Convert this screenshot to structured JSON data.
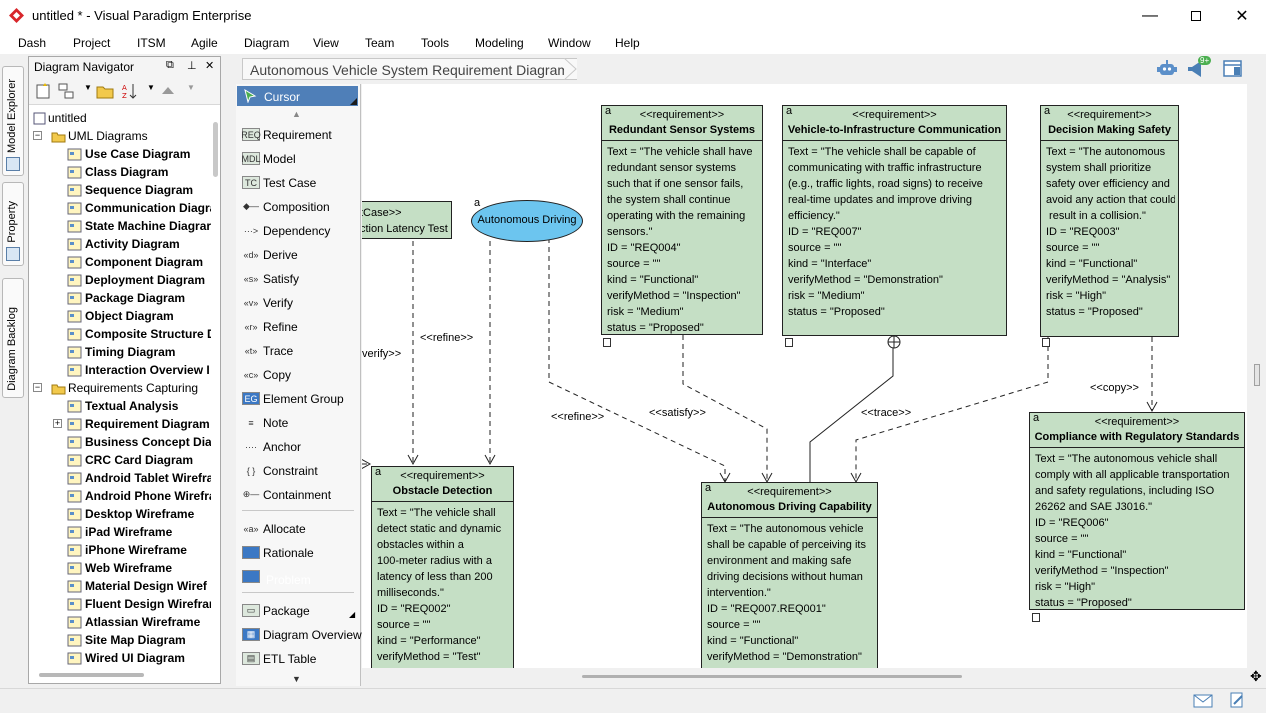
{
  "window": {
    "title": "untitled * - Visual Paradigm Enterprise"
  },
  "menu": [
    "Dash",
    "Project",
    "ITSM",
    "Agile",
    "Diagram",
    "View",
    "Team",
    "Tools",
    "Modeling",
    "Window",
    "Help"
  ],
  "side_tabs": [
    "Model Explorer",
    "Property",
    "Diagram Backlog"
  ],
  "navigator": {
    "title": "Diagram Navigator",
    "root": "untitled",
    "groups": [
      {
        "label": "UML Diagrams",
        "items": [
          "Use Case Diagram",
          "Class Diagram",
          "Sequence Diagram",
          "Communication Diagra",
          "State Machine Diagrar",
          "Activity Diagram",
          "Component Diagram",
          "Deployment Diagram",
          "Package Diagram",
          "Object Diagram",
          "Composite Structure D",
          "Timing Diagram",
          "Interaction Overview I"
        ]
      },
      {
        "label": "Requirements Capturing",
        "items": [
          "Textual Analysis",
          "Requirement Diagram",
          "Business Concept Diag",
          "CRC Card Diagram",
          "Android Tablet Wirefra",
          "Android Phone Wirefra",
          "Desktop Wireframe",
          "iPad Wireframe",
          "iPhone Wireframe",
          "Web Wireframe",
          "Material Design Wiref",
          "Fluent Design Wirefrar",
          "Atlassian Wireframe",
          "Site Map Diagram",
          "Wired UI Diagram"
        ]
      }
    ]
  },
  "breadcrumb": "Autonomous Vehicle System Requirement Diagram",
  "palette": {
    "cursor": "Cursor",
    "items": [
      "Requirement",
      "Model",
      "Test Case",
      "Composition",
      "Dependency",
      "Derive",
      "Satisfy",
      "Verify",
      "Refine",
      "Trace",
      "Copy",
      "Element Group",
      "Note",
      "Anchor",
      "Constraint",
      "Containment",
      "Allocate",
      "Rationale",
      "Problem",
      "Package",
      "Diagram Overview",
      "ETL Table"
    ]
  },
  "diagram": {
    "stereotype": "<<requirement>>",
    "marker": "a",
    "requirements": [
      {
        "id": "redundant",
        "name": "Redundant Sensor Systems",
        "lines": [
          "Text = \"The vehicle shall have",
          "redundant sensor systems",
          "such that if one sensor fails,",
          "the system shall continue",
          "operating with the remaining",
          "sensors.\"",
          "ID = \"REQ004\"",
          "source = \"\"",
          "kind = \"Functional\"",
          "verifyMethod = \"Inspection\"",
          "risk = \"Medium\"",
          "status = \"Proposed\""
        ]
      },
      {
        "id": "v2i",
        "name": "Vehicle-to-Infrastructure Communication",
        "lines": [
          "Text = \"The vehicle shall be capable of",
          "communicating with traffic infrastructure",
          "(e.g., traffic lights, road signs) to receive",
          "real-time updates and improve driving",
          "efficiency.\"",
          "ID = \"REQ007\"",
          "source = \"\"",
          "kind = \"Interface\"",
          "verifyMethod = \"Demonstration\"",
          "risk = \"Medium\"",
          "status = \"Proposed\""
        ]
      },
      {
        "id": "decision",
        "name": "Decision Making Safety",
        "lines": [
          "Text = \"The autonomous",
          "system shall prioritize",
          "safety over efficiency and",
          "avoid any action that could",
          " result in a collision.\"",
          "ID = \"REQ003\"",
          "source = \"\"",
          "kind = \"Functional\"",
          "verifyMethod = \"Analysis\"",
          "risk = \"High\"",
          "status = \"Proposed\""
        ]
      },
      {
        "id": "compliance",
        "name": "Compliance with Regulatory Standards",
        "lines": [
          "Text = \"The autonomous vehicle shall",
          "comply with all applicable transportation",
          "and safety regulations, including ISO",
          "26262 and SAE J3016.\"",
          "ID = \"REQ006\"",
          "source = \"\"",
          "kind = \"Functional\"",
          "verifyMethod = \"Inspection\"",
          "risk = \"High\"",
          "status = \"Proposed\""
        ]
      },
      {
        "id": "obstacle",
        "name": "Obstacle Detection",
        "lines": [
          "Text = \"The vehicle shall",
          "detect static and dynamic",
          "obstacles within a",
          "100-meter radius with a",
          "latency of less than 200",
          "milliseconds.\"",
          "ID = \"REQ002\"",
          "source = \"\"",
          "kind = \"Performance\"",
          "verifyMethod = \"Test\""
        ]
      },
      {
        "id": "capability",
        "name": "Autonomous Driving Capability",
        "lines": [
          "Text = \"The autonomous vehicle",
          "shall be capable of perceiving its",
          "environment and making safe",
          "driving decisions without human",
          "intervention.\"",
          "ID = \"REQ007.REQ001\"",
          "source = \"\"",
          "kind = \"Functional\"",
          "verifyMethod = \"Demonstration\""
        ]
      }
    ],
    "testcase": {
      "stereo": "tCase>>",
      "name": "ction Latency Test"
    },
    "usecase": "Autonomous Driving",
    "edge_labels": {
      "verify": "verify>>",
      "refine1": "<<refine>>",
      "refine2": "<<refine>>",
      "satisfy": "<<satisfy>>",
      "trace": "<<trace>>",
      "copy": "<<copy>>"
    }
  },
  "badge": "9+"
}
